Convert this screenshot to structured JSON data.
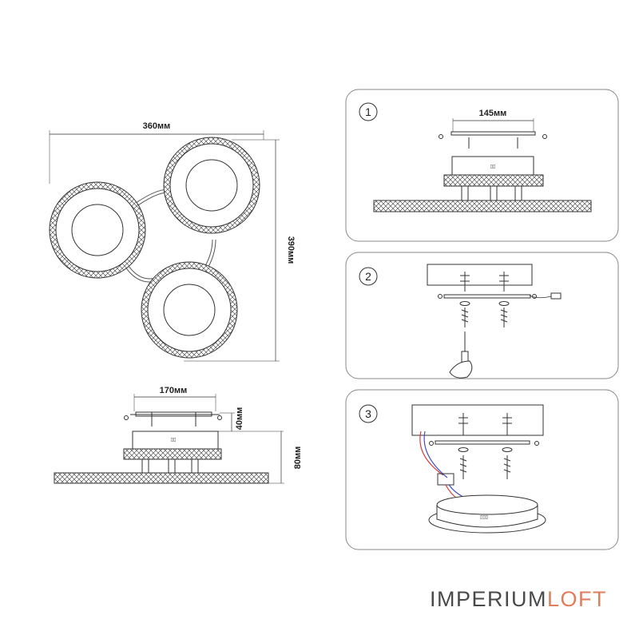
{
  "dimensions": {
    "width_top": "360мм",
    "height_top": "390мм",
    "mount_width": "170мм",
    "mount_height": "40мм",
    "total_height": "80мм"
  },
  "steps": [
    {
      "number": "1",
      "dimension": "145мм"
    },
    {
      "number": "2"
    },
    {
      "number": "3"
    }
  ],
  "colors": {
    "line": "#333333",
    "panel_border": "#888888",
    "wire_red": "#d04040",
    "wire_blue": "#4050c0",
    "brand_gray": "#4a4a4a",
    "brand_orange": "#e07d5a"
  },
  "brand": {
    "part1": "IMPERIUM",
    "part2": "LOFT"
  }
}
